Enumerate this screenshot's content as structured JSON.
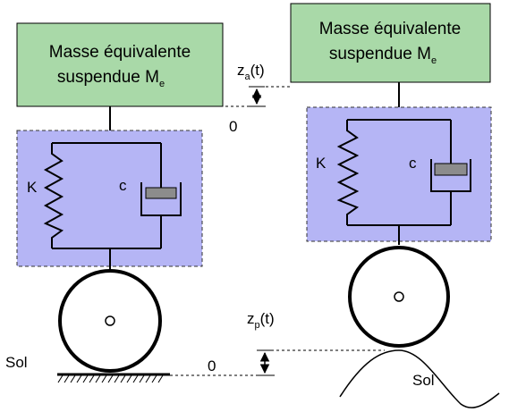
{
  "left": {
    "mass": {
      "line1": "Masse équivalente",
      "line2_main": "suspendue M",
      "line2_sub": "e"
    },
    "spring_label": "K",
    "damper_label": "c",
    "ground_label": "Sol"
  },
  "right": {
    "mass": {
      "line1": "Masse équivalente",
      "line2_main": "suspendue M",
      "line2_sub": "e"
    },
    "spring_label": "K",
    "damper_label": "c",
    "ground_label": "Sol"
  },
  "za": {
    "main": "z",
    "sub": "a",
    "tail": "(t)",
    "zero": "0"
  },
  "zp": {
    "main": "z",
    "sub": "p",
    "tail": "(t)",
    "zero": "0"
  },
  "colors": {
    "mass_fill": "#a9d9a8",
    "suspension_fill": "#b5b5f5",
    "damper_fill": "#8c8c8c",
    "stroke": "#000000"
  }
}
